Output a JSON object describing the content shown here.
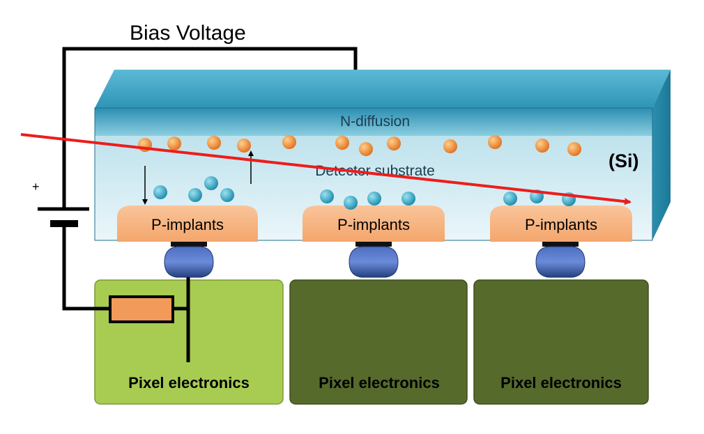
{
  "bias_label": "Bias Voltage",
  "plus_label": "+",
  "n_diffusion_label": "N-diffusion",
  "substrate_label": "Detector substrate",
  "material_label": "(Si)",
  "p_implant_labels": [
    "P-implants",
    "P-implants",
    "P-implants"
  ],
  "pixel_labels": [
    "Pixel electronics",
    "Pixel electronics",
    "Pixel electronics"
  ],
  "colors": {
    "sensor_top": "#3aa3c2",
    "n_diffusion": "#2f93b5",
    "substrate": "#cfe9f1",
    "p_implant": "#f6b27f",
    "bump": "#3355a3",
    "pixel_active": "#a8cc52",
    "pixel_inactive": "#566a2c",
    "resistor": "#f29a59",
    "electron": "#e8812a",
    "hole": "#2aa3c0",
    "track": "#ee1c1c"
  }
}
